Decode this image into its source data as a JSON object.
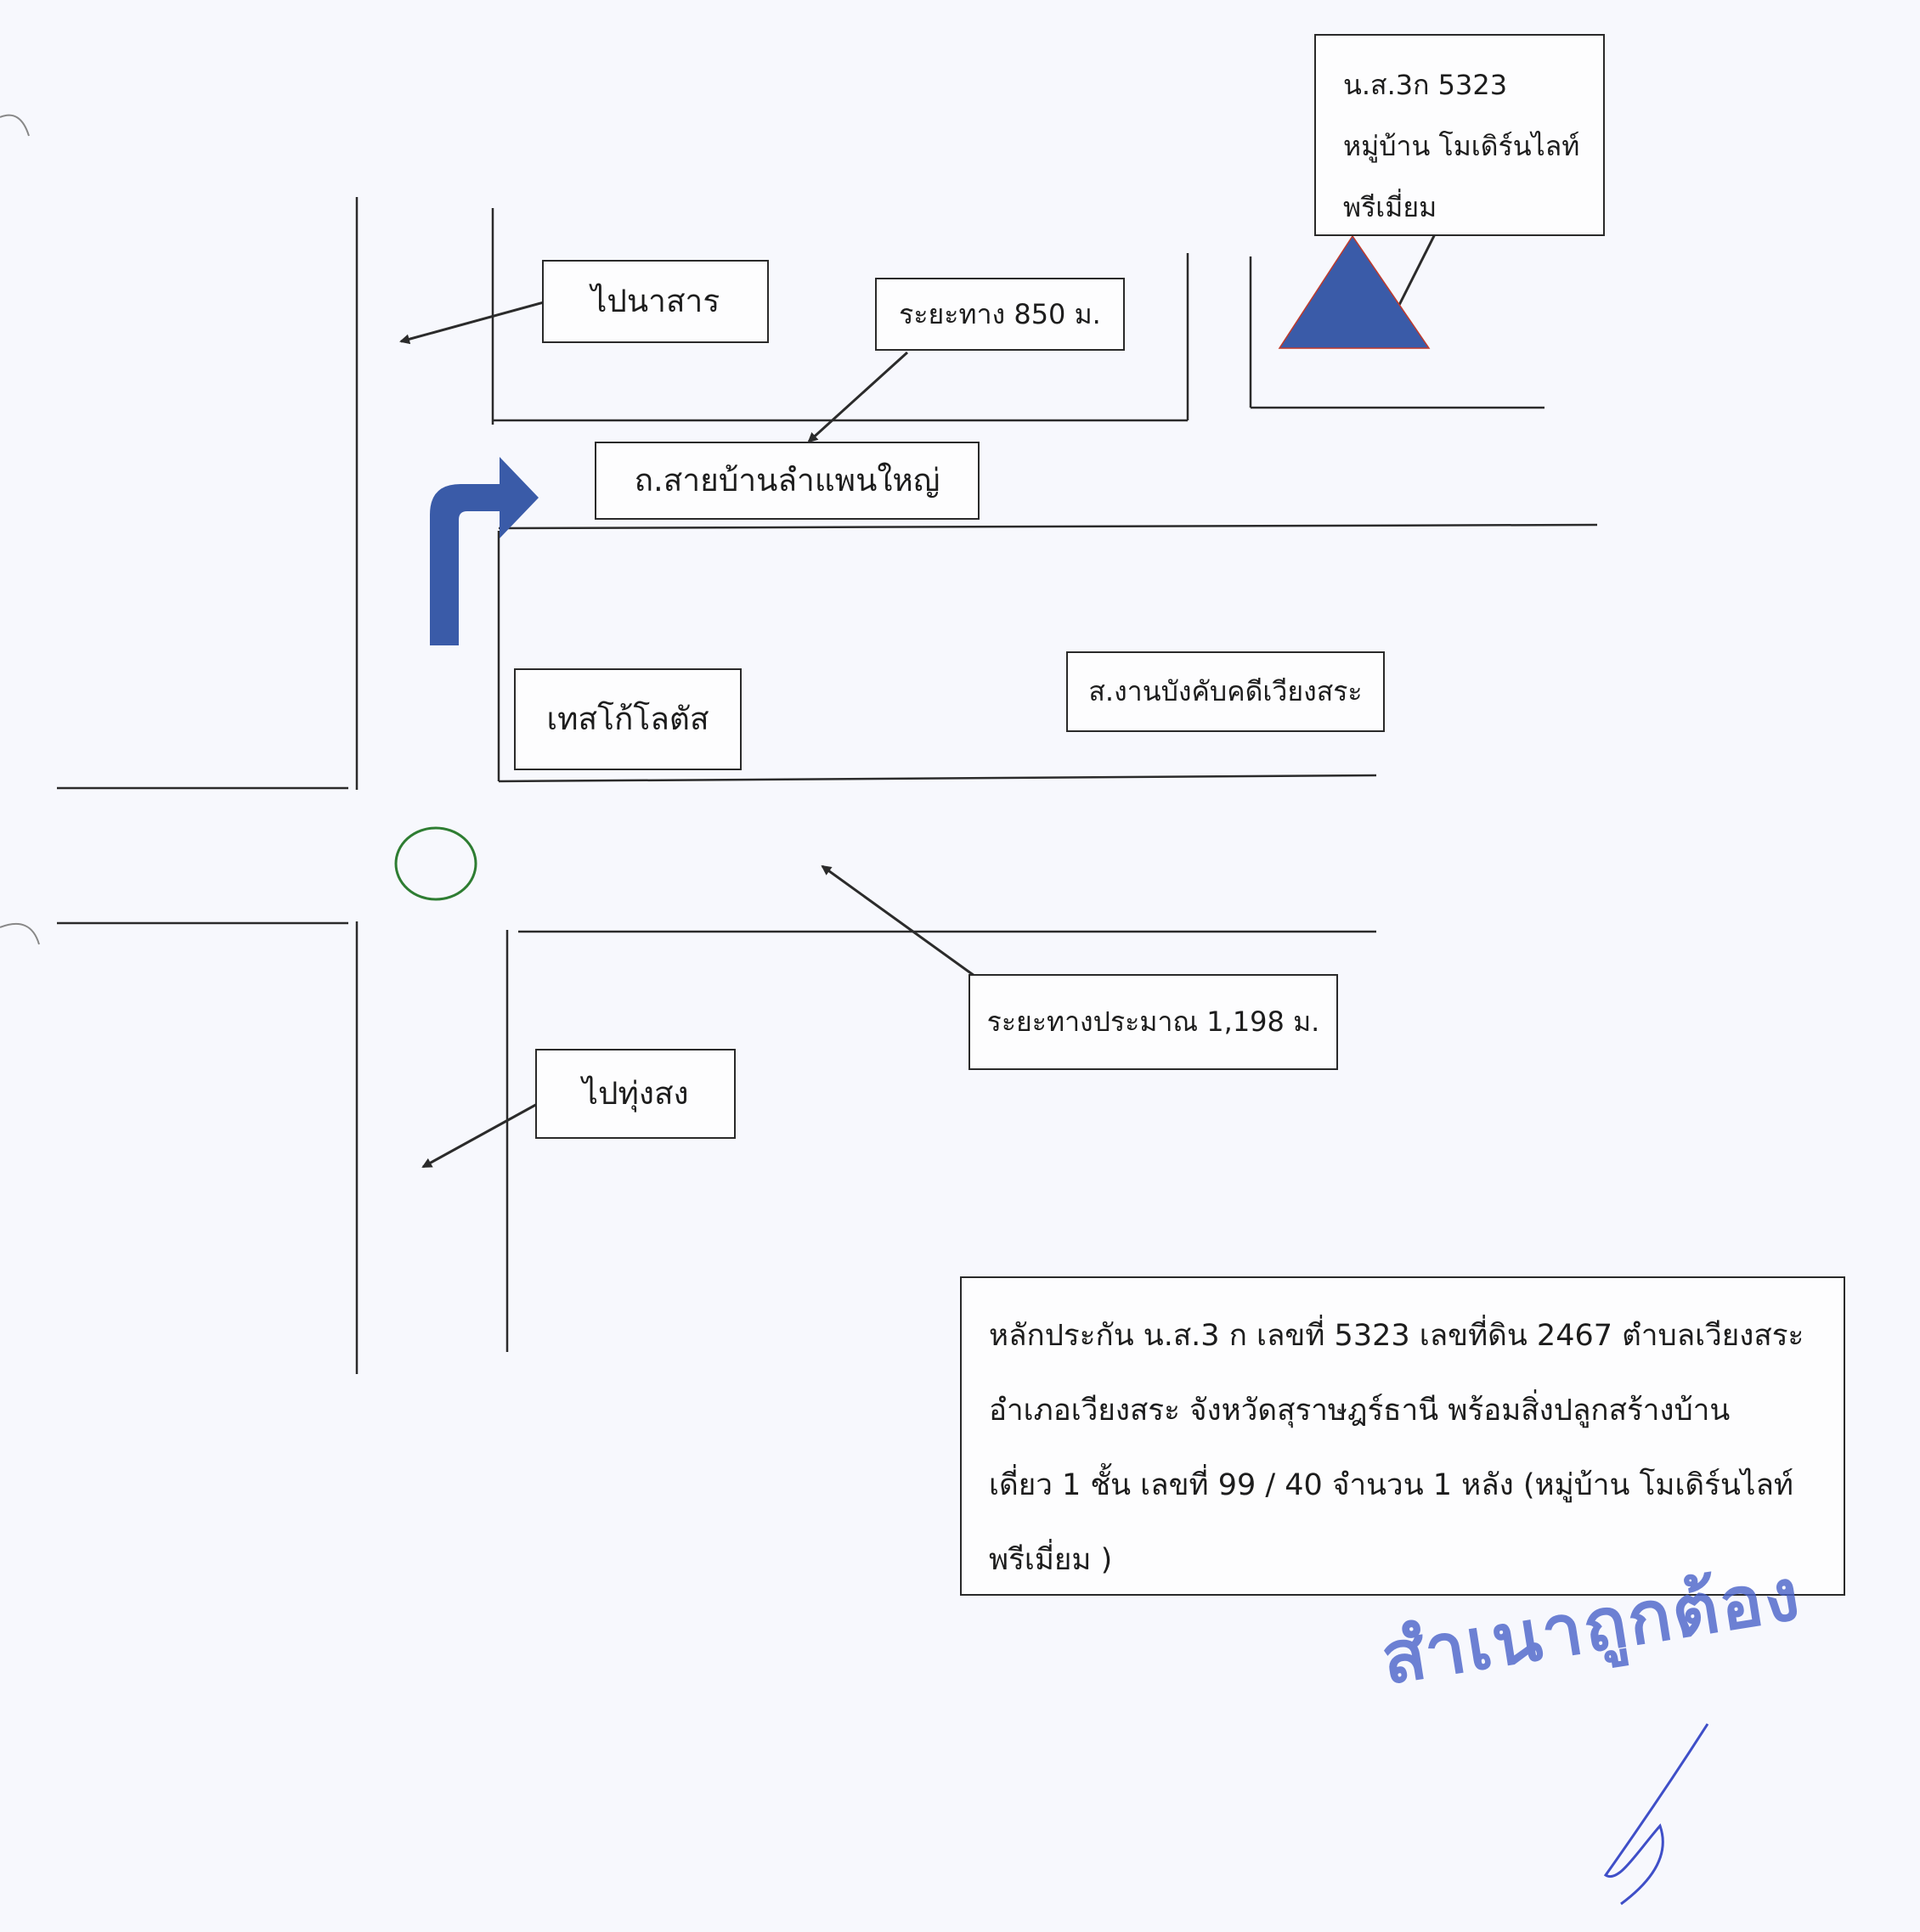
{
  "labels": {
    "to_na_san": "ไปนาสาร",
    "distance_850": "ระยะทาง 850 ม.",
    "road_name": "ถ.สายบ้านลำแพนใหญ่",
    "tesco_lotus": "เทสโก้โลตัส",
    "court_office": "ส.งานบังคับคดีเวียงสระ",
    "distance_1198": "ระยะทางประมาณ 1,198 ม.",
    "to_thung_song": "ไปทุ่งสง"
  },
  "target": {
    "line1": "น.ส.3ก 5323",
    "line2": "หมู่บ้าน โมเดิร์นไลท์",
    "line3": "พรีเมี่ยม"
  },
  "collateral": {
    "line1": "หลักประกัน น.ส.3 ก เลขที่ 5323 เลขที่ดิน 2467 ตำบลเวียงสระ",
    "line2": "อำเภอเวียงสระ  จังหวัดสุราษฎร์ธานี พร้อมสิ่งปลูกสร้างบ้าน",
    "line3": "เดี่ยว 1  ชั้น เลขที่ 99 / 40 จำนวน 1 หลัง (หมู่บ้าน โมเดิร์นไลท์",
    "line4": "พรีเมี่ยม )"
  },
  "stamp": {
    "text": "สำเนาถูกต้อง"
  },
  "colors": {
    "road_line": "#2b2b2b",
    "marker_fill": "#3a5ba8",
    "marker_edge": "#c0392b",
    "turn_arrow": "#3a5ba8",
    "roundabout": "#2e7d32",
    "stamp": "#4a63c9",
    "signature": "#3f4fc8"
  },
  "icons": {
    "destination_marker": "triangle",
    "turn_direction": "right-turn-arrow",
    "roundabout": "circle"
  }
}
